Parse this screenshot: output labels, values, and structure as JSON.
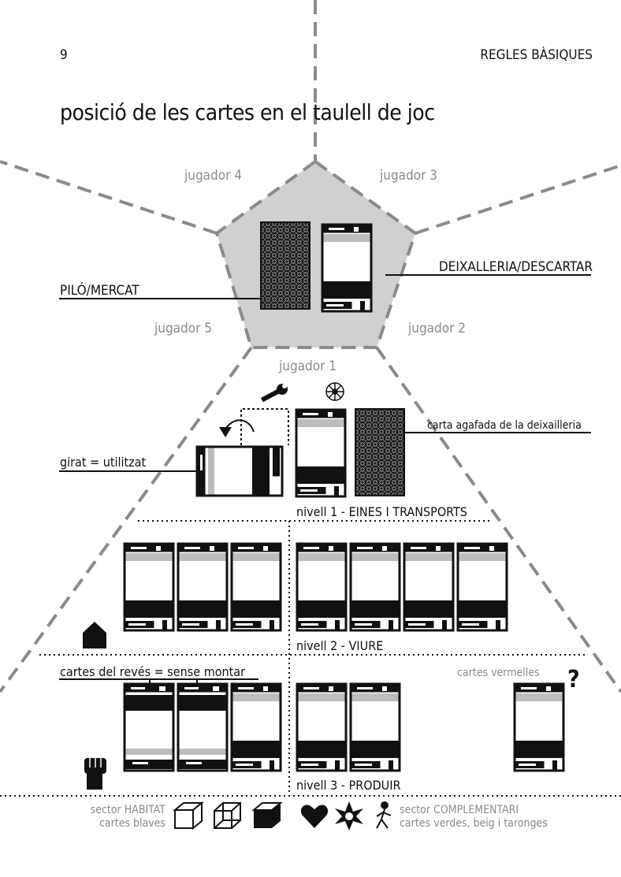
{
  "header": {
    "page_number": "9",
    "section": "REGLES BÀSIQUES"
  },
  "title": "posició de les cartes en el taulell de joc",
  "players": {
    "p1": "jugador 1",
    "p2": "jugador 2",
    "p3": "jugador 3",
    "p4": "jugador 4",
    "p5": "jugador 5"
  },
  "labels": {
    "pile": "PILÓ/MERCAT",
    "discard": "DEIXALLERIA/DESCARTAR",
    "rotated": "girat = utilitzat",
    "taken": "carta agafada de la deixailleria",
    "reversed": "cartes del revés = sense montar",
    "red_cards": "cartes vermelles",
    "question": "?"
  },
  "levels": {
    "level1": "nivell 1 - EINES I TRANSPORTS",
    "level2": "nivell 2 - VIURE",
    "level3": "nivell 3 - PRODUIR"
  },
  "sectors": {
    "habitat_title": "sector HABITAT",
    "habitat_sub": "cartes blaves",
    "complementari_title": "sector COMPLEMENTARI",
    "complementari_sub": "cartes verdes, beig i taronges"
  },
  "icons": {
    "tool": "wrench-icon",
    "wheel": "wheel-icon",
    "house": "house-icon",
    "fist": "fist-icon",
    "cube_open": "open-box-icon",
    "cube_wire": "wireframe-cube-icon",
    "cube_solid": "solid-cube-icon",
    "heart": "heart-icon",
    "star": "star-icon",
    "walker": "walker-icon"
  },
  "colors": {
    "center_fill": "#d0d0d0",
    "dash": "#8a8a8a",
    "label_gray": "#8a8a8a"
  }
}
